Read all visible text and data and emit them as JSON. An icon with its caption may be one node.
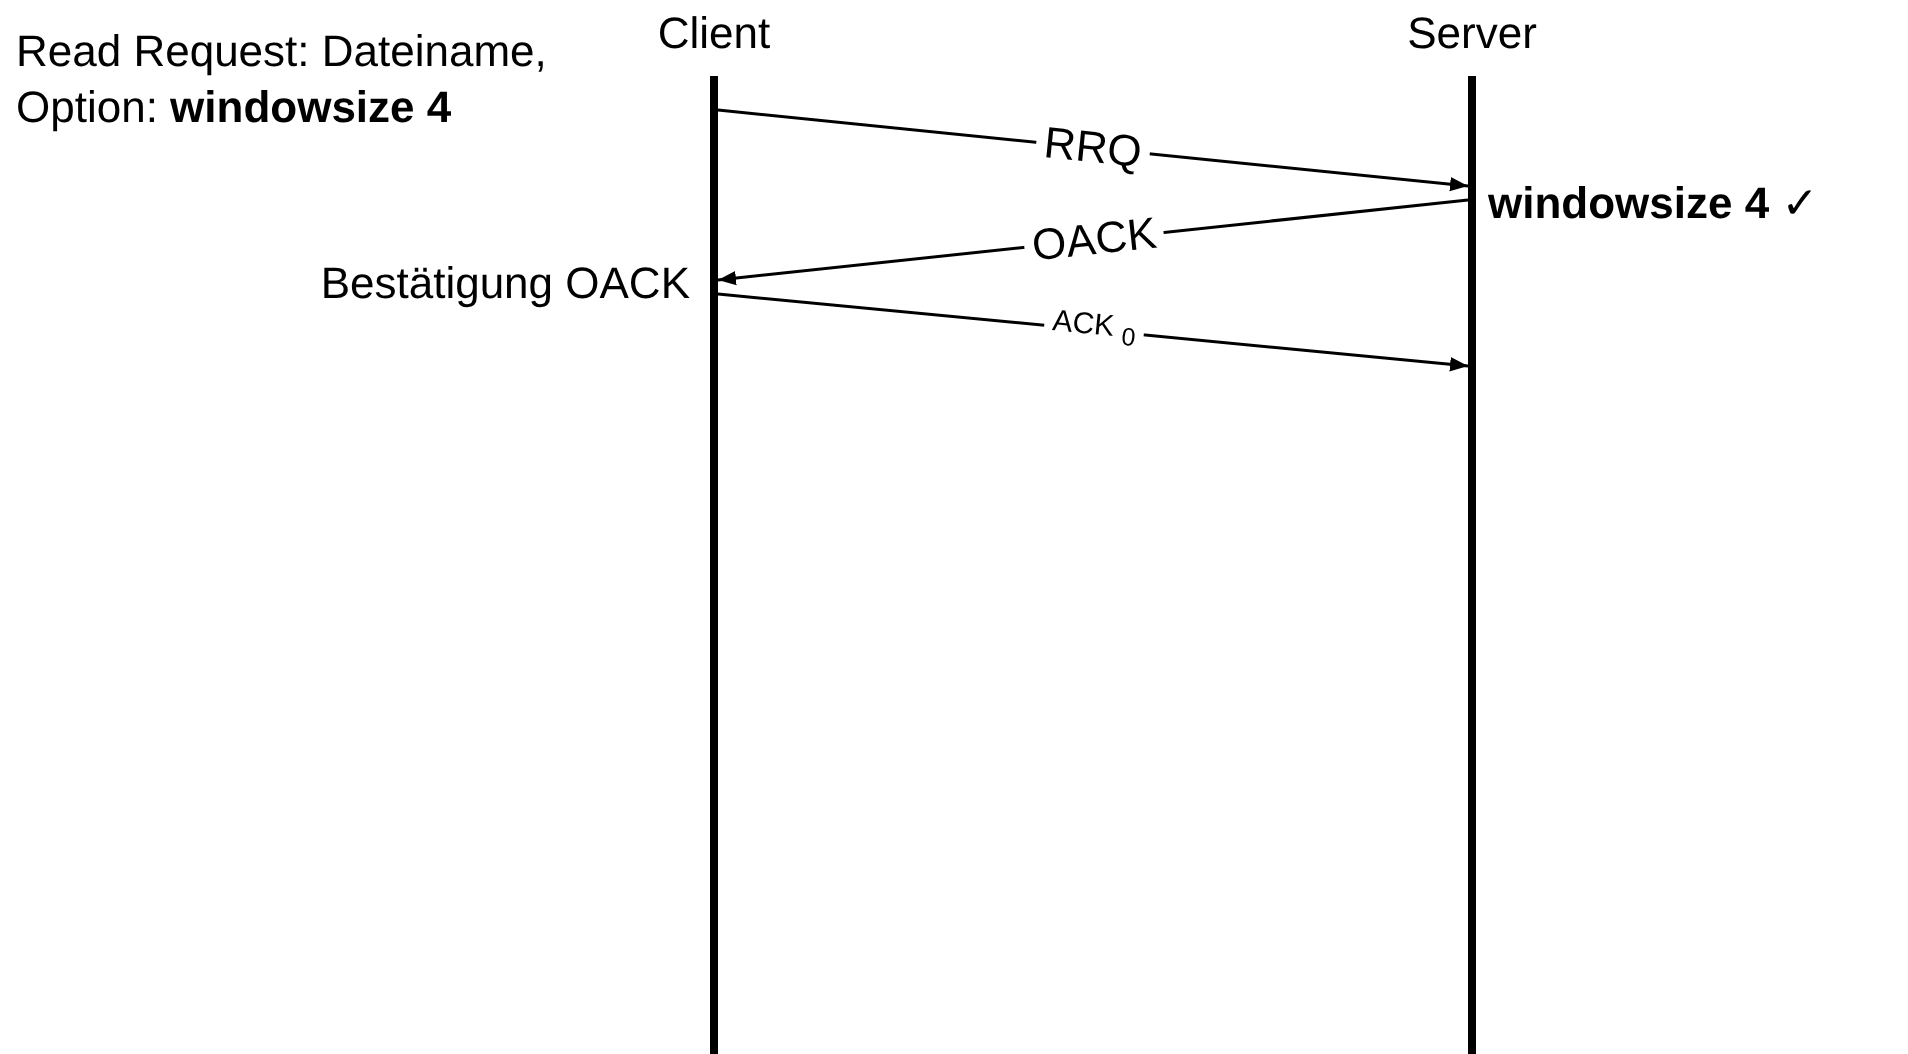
{
  "diagram": {
    "nodes": [
      {
        "text": [
          "Client"
        ]
      },
      {
        "text": [
          "Server"
        ]
      }
    ],
    "edges": [
      {
        "from": 0,
        "to": 1,
        "arrow": "to",
        "label": "RRQ"
      },
      {
        "from": 1,
        "to": 0,
        "arrow": "to",
        "label": "OACK"
      },
      {
        "from": 0,
        "to": 1,
        "arrow": "to",
        "label": "ACK $_{0}$"
      }
    ],
    "labels": [
      "Read Request: Dateiname, Option: **windowsize 4**",
      "windowsize 4 ✓",
      "Bestätigung OACK"
    ]
  }
}
